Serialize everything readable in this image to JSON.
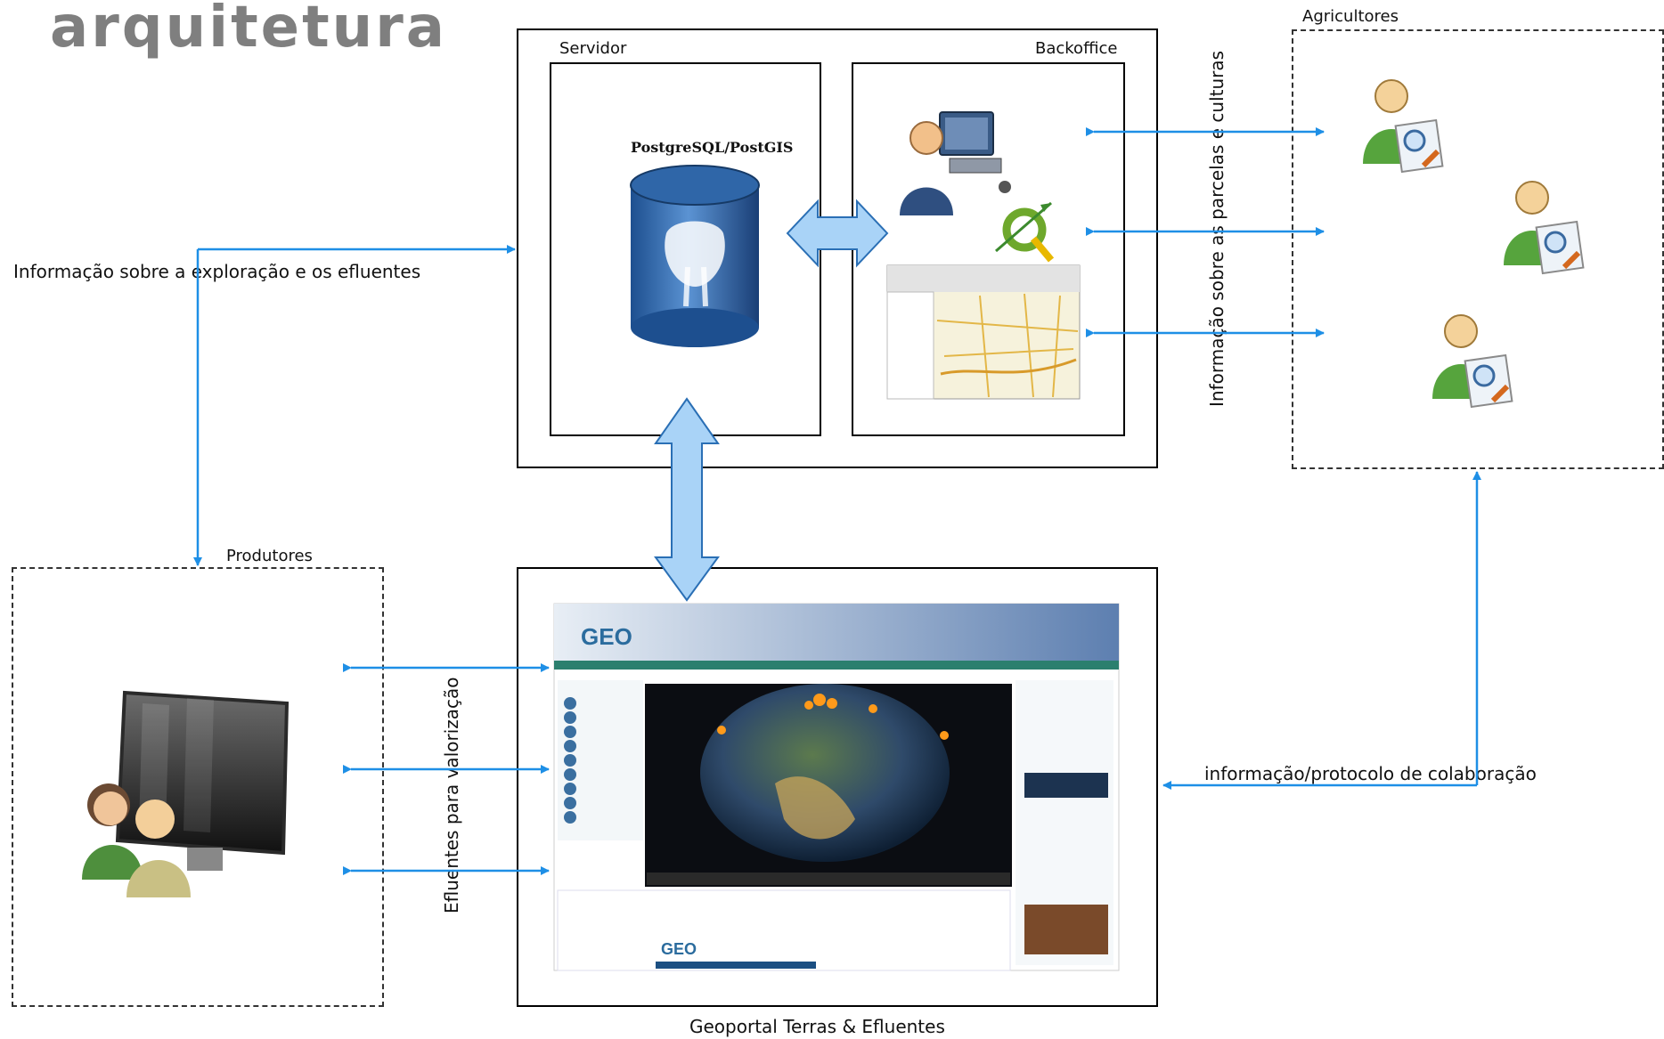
{
  "title": "arquitetura",
  "servidor": {
    "label": "Servidor",
    "db_label": "PostgreSQL/PostGIS"
  },
  "backoffice": {
    "label": "Backoffice"
  },
  "agricultores": {
    "label": "Agricultores"
  },
  "produtores": {
    "label": "Produtores"
  },
  "geoportal": {
    "caption": "Geoportal Terras & Efluentes"
  },
  "flows": {
    "info_exploracao": "Informação sobre a exploração e os efluentes",
    "info_parcelas": "Informação sobre as parcelas e culturas",
    "efluentes_valorizacao": "Efluentes para valorização",
    "info_protocolo": "informação/protocolo de colaboração"
  },
  "icons": {
    "database": "postgresql-database-icon",
    "admin": "admin-computer-icon",
    "qgis": "qgis-logo-icon",
    "map": "gis-map-screenshot",
    "farmer": "farmer-user-icon",
    "producers": "producers-monitor-icon",
    "portal": "geoportal-screenshot"
  },
  "colors": {
    "arrow": "#1e8fe6",
    "block_arrow_fill": "#a9d3f7",
    "block_arrow_stroke": "#2a6fb5",
    "title": "#7f7f7f"
  }
}
